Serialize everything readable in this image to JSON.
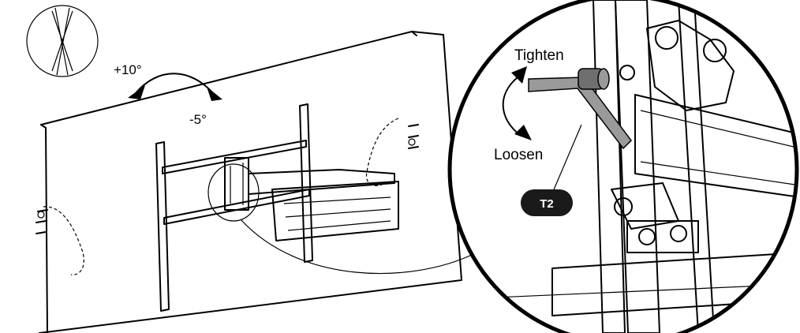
{
  "labels": {
    "tilt_up": "+10°",
    "tilt_down": "-5°",
    "tighten": "Tighten",
    "loosen": "Loosen",
    "tool_badge": "T2"
  },
  "colors": {
    "line": "#000000",
    "wrench": "#9a9a9a",
    "wrench_dark": "#6f6f6f",
    "badge": "#1a1a1a",
    "badge_text": "#ffffff"
  }
}
